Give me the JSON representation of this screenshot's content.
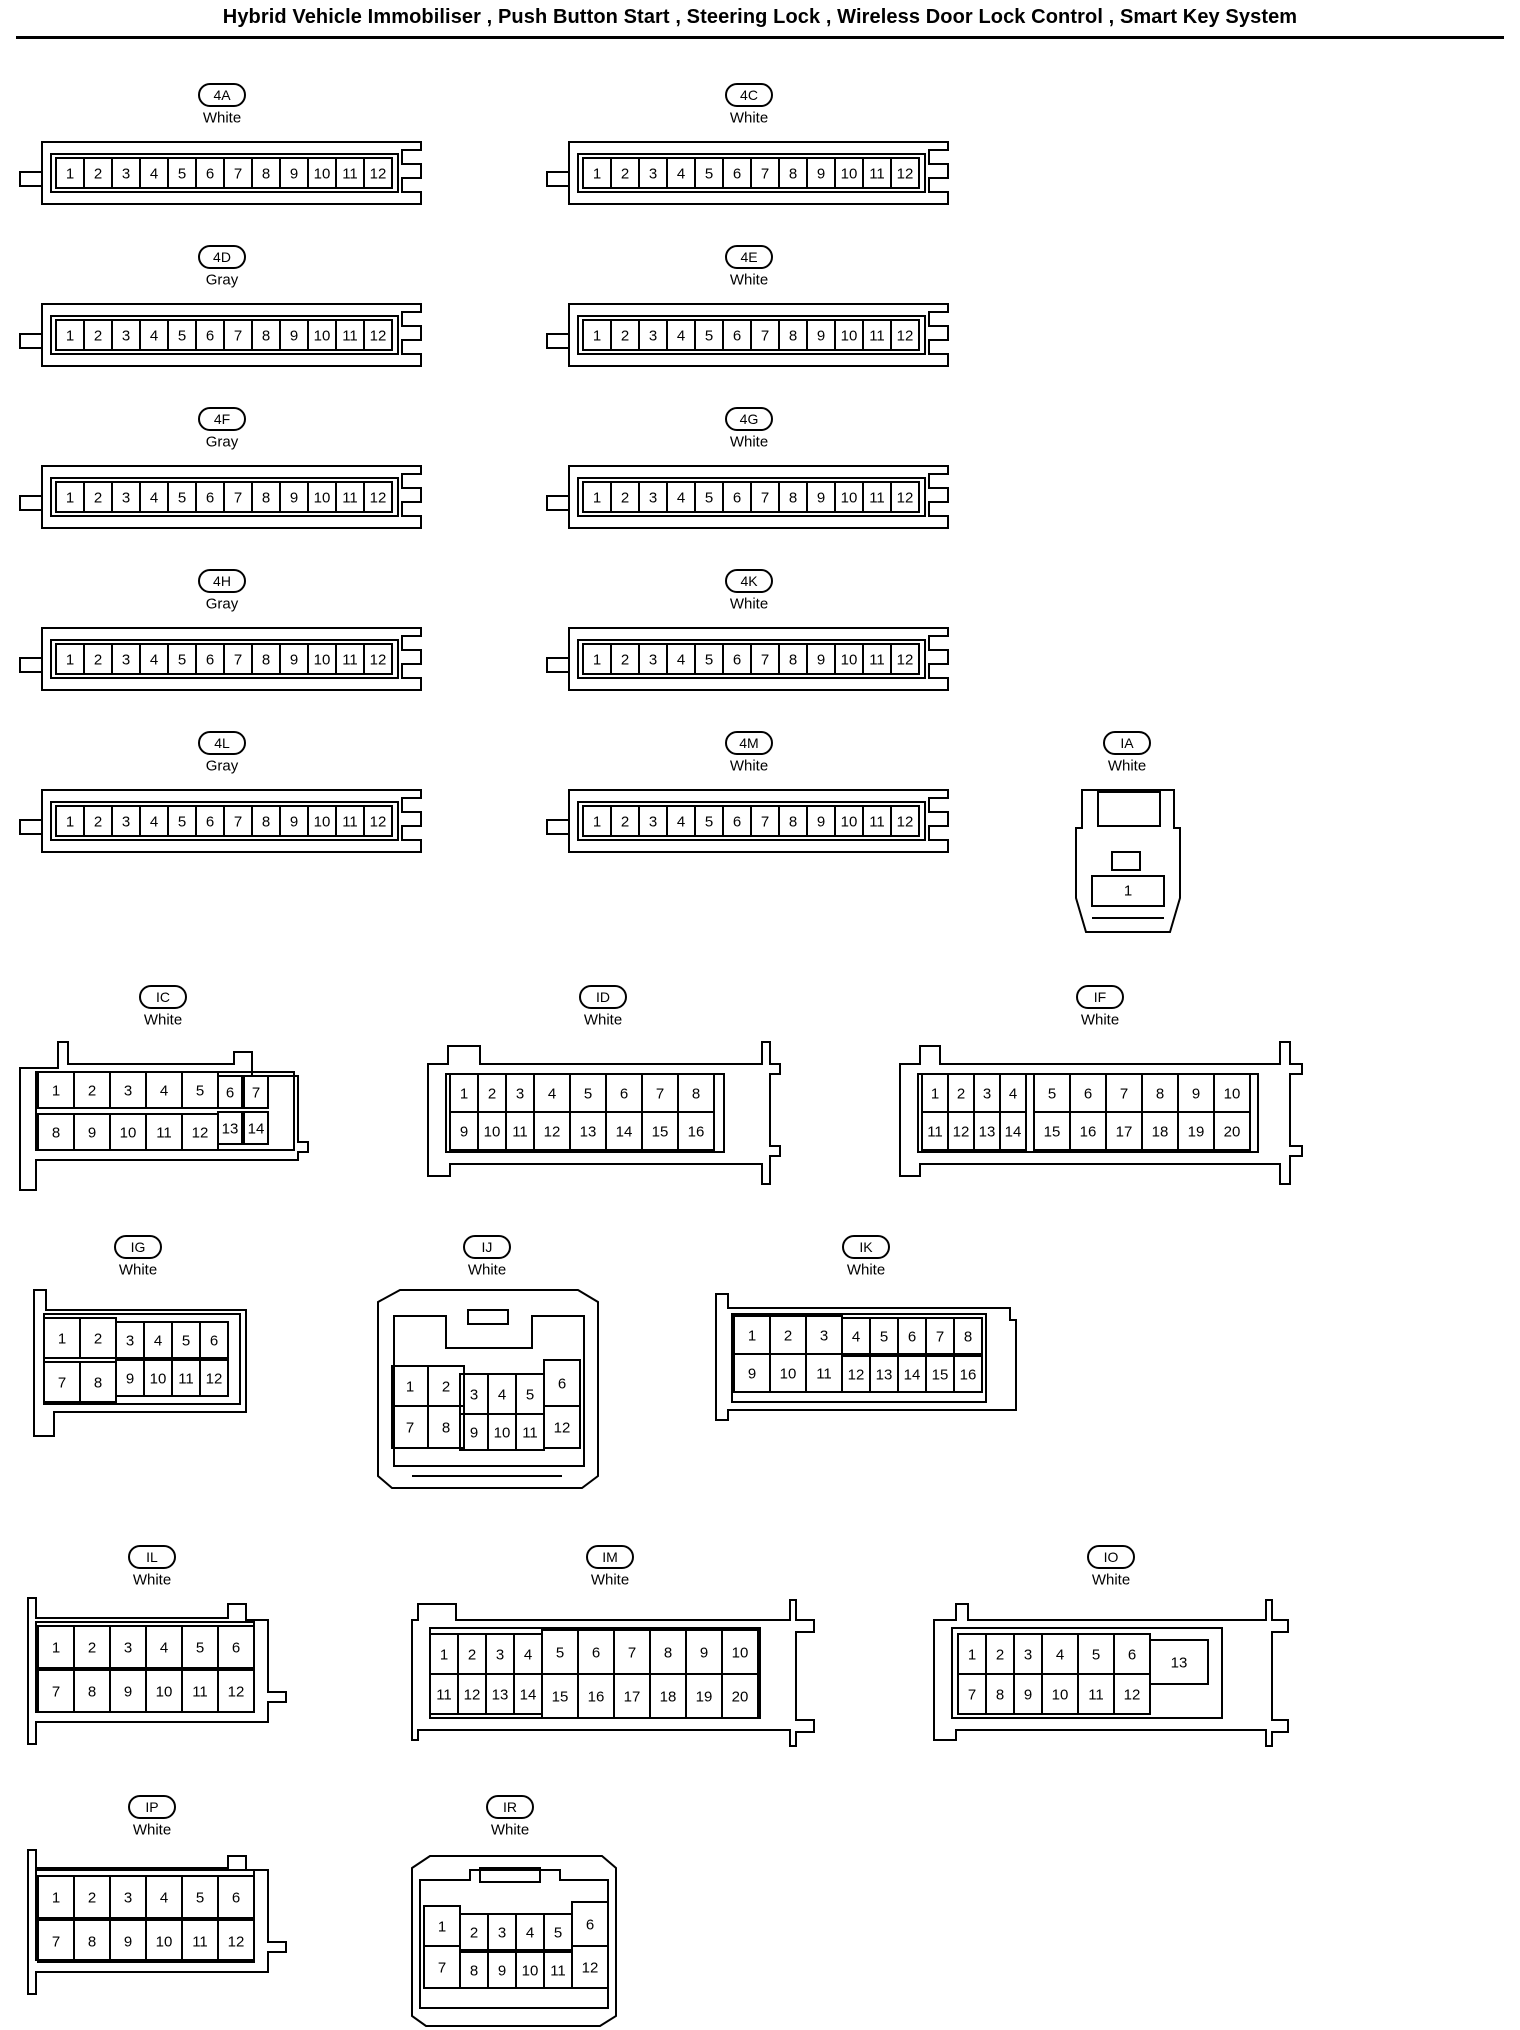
{
  "title": "Hybrid Vehicle Immobiliser , Push Button Start , Steering Lock , Wireless Door Lock Control , Smart Key System",
  "connectors": [
    {
      "code": "4A",
      "color": "White",
      "type": "strip12",
      "pins": [
        "1",
        "2",
        "3",
        "4",
        "5",
        "6",
        "7",
        "8",
        "9",
        "10",
        "11",
        "12"
      ]
    },
    {
      "code": "4C",
      "color": "White",
      "type": "strip12",
      "pins": [
        "1",
        "2",
        "3",
        "4",
        "5",
        "6",
        "7",
        "8",
        "9",
        "10",
        "11",
        "12"
      ]
    },
    {
      "code": "4D",
      "color": "Gray",
      "type": "strip12",
      "pins": [
        "1",
        "2",
        "3",
        "4",
        "5",
        "6",
        "7",
        "8",
        "9",
        "10",
        "11",
        "12"
      ]
    },
    {
      "code": "4E",
      "color": "White",
      "type": "strip12",
      "pins": [
        "1",
        "2",
        "3",
        "4",
        "5",
        "6",
        "7",
        "8",
        "9",
        "10",
        "11",
        "12"
      ]
    },
    {
      "code": "4F",
      "color": "Gray",
      "type": "strip12",
      "pins": [
        "1",
        "2",
        "3",
        "4",
        "5",
        "6",
        "7",
        "8",
        "9",
        "10",
        "11",
        "12"
      ]
    },
    {
      "code": "4G",
      "color": "White",
      "type": "strip12",
      "pins": [
        "1",
        "2",
        "3",
        "4",
        "5",
        "6",
        "7",
        "8",
        "9",
        "10",
        "11",
        "12"
      ]
    },
    {
      "code": "4H",
      "color": "Gray",
      "type": "strip12",
      "pins": [
        "1",
        "2",
        "3",
        "4",
        "5",
        "6",
        "7",
        "8",
        "9",
        "10",
        "11",
        "12"
      ]
    },
    {
      "code": "4K",
      "color": "White",
      "type": "strip12",
      "pins": [
        "1",
        "2",
        "3",
        "4",
        "5",
        "6",
        "7",
        "8",
        "9",
        "10",
        "11",
        "12"
      ]
    },
    {
      "code": "4L",
      "color": "Gray",
      "type": "strip12",
      "pins": [
        "1",
        "2",
        "3",
        "4",
        "5",
        "6",
        "7",
        "8",
        "9",
        "10",
        "11",
        "12"
      ]
    },
    {
      "code": "4M",
      "color": "White",
      "type": "strip12",
      "pins": [
        "1",
        "2",
        "3",
        "4",
        "5",
        "6",
        "7",
        "8",
        "9",
        "10",
        "11",
        "12"
      ]
    },
    {
      "code": "IA",
      "color": "White",
      "type": "single",
      "pins": [
        "1"
      ]
    },
    {
      "code": "IC",
      "color": "White",
      "type": "grid",
      "pins": [
        "1",
        "2",
        "3",
        "4",
        "5",
        "6",
        "7",
        "8",
        "9",
        "10",
        "11",
        "12",
        "13",
        "14"
      ]
    },
    {
      "code": "ID",
      "color": "White",
      "type": "grid",
      "pins": [
        "1",
        "2",
        "3",
        "4",
        "5",
        "6",
        "7",
        "8",
        "9",
        "10",
        "11",
        "12",
        "13",
        "14",
        "15",
        "16"
      ]
    },
    {
      "code": "IF",
      "color": "White",
      "type": "grid",
      "pins": [
        "1",
        "2",
        "3",
        "4",
        "5",
        "6",
        "7",
        "8",
        "9",
        "10",
        "11",
        "12",
        "13",
        "14",
        "15",
        "16",
        "17",
        "18",
        "19",
        "20"
      ]
    },
    {
      "code": "IG",
      "color": "White",
      "type": "grid",
      "pins": [
        "1",
        "2",
        "3",
        "4",
        "5",
        "6",
        "7",
        "8",
        "9",
        "10",
        "11",
        "12"
      ]
    },
    {
      "code": "IJ",
      "color": "White",
      "type": "hood",
      "pins": [
        "1",
        "2",
        "3",
        "4",
        "5",
        "6",
        "7",
        "8",
        "9",
        "10",
        "11",
        "12"
      ]
    },
    {
      "code": "IK",
      "color": "White",
      "type": "grid",
      "pins": [
        "1",
        "2",
        "3",
        "4",
        "5",
        "6",
        "7",
        "8",
        "9",
        "10",
        "11",
        "12",
        "13",
        "14",
        "15",
        "16"
      ]
    },
    {
      "code": "IL",
      "color": "White",
      "type": "grid",
      "pins": [
        "1",
        "2",
        "3",
        "4",
        "5",
        "6",
        "7",
        "8",
        "9",
        "10",
        "11",
        "12"
      ]
    },
    {
      "code": "IM",
      "color": "White",
      "type": "grid",
      "pins": [
        "1",
        "2",
        "3",
        "4",
        "5",
        "6",
        "7",
        "8",
        "9",
        "10",
        "11",
        "12",
        "13",
        "14",
        "15",
        "16",
        "17",
        "18",
        "19",
        "20"
      ]
    },
    {
      "code": "IO",
      "color": "White",
      "type": "grid",
      "pins": [
        "1",
        "2",
        "3",
        "4",
        "5",
        "6",
        "7",
        "8",
        "9",
        "10",
        "11",
        "12",
        "13"
      ]
    },
    {
      "code": "IP",
      "color": "White",
      "type": "grid",
      "pins": [
        "1",
        "2",
        "3",
        "4",
        "5",
        "6",
        "7",
        "8",
        "9",
        "10",
        "11",
        "12"
      ]
    },
    {
      "code": "IR",
      "color": "White",
      "type": "hood",
      "pins": [
        "1",
        "2",
        "3",
        "4",
        "5",
        "6",
        "7",
        "8",
        "9",
        "10",
        "11",
        "12"
      ]
    }
  ]
}
